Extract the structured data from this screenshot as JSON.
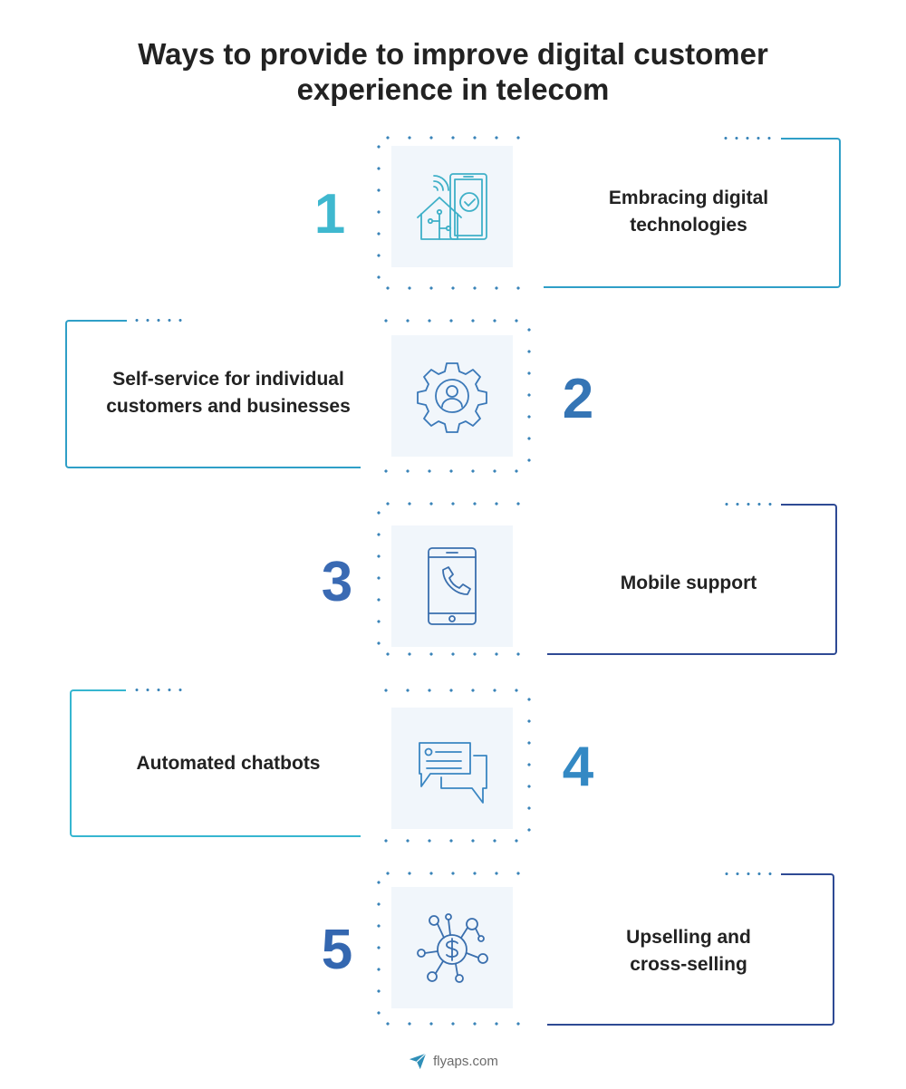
{
  "title": {
    "line1": "Ways to provide to improve digital customer",
    "line2": "experience in telecom"
  },
  "items": [
    {
      "number": "1",
      "label_line1": "Embracing digital",
      "label_line2": "technologies",
      "icon": "smart-home-phone-icon",
      "color": "#3fb8cf"
    },
    {
      "number": "2",
      "label_line1": "Self-service for individual",
      "label_line2": "customers and businesses",
      "icon": "gear-user-icon",
      "color": "#3575b5"
    },
    {
      "number": "3",
      "label_line1": "Mobile support",
      "label_line2": "",
      "icon": "mobile-phone-call-icon",
      "color": "#3a6ab3"
    },
    {
      "number": "4",
      "label_line1": "Automated chatbots",
      "label_line2": "",
      "icon": "chat-bubbles-icon",
      "color": "#3489c4"
    },
    {
      "number": "5",
      "label_line1": "Upselling and",
      "label_line2": "cross-selling",
      "icon": "dollar-network-icon",
      "color": "#3467b0"
    }
  ],
  "footer": {
    "brand": "flyaps.com",
    "icon": "paper-plane-icon",
    "accent": "#2f8fb8"
  },
  "colors": {
    "frame_teal": "#2f9fc7",
    "frame_navy": "#2e4a94",
    "dots": "#3a84b8",
    "icon_stroke_teal": "#3fb0c8",
    "icon_stroke_blue": "#3a6fae"
  }
}
